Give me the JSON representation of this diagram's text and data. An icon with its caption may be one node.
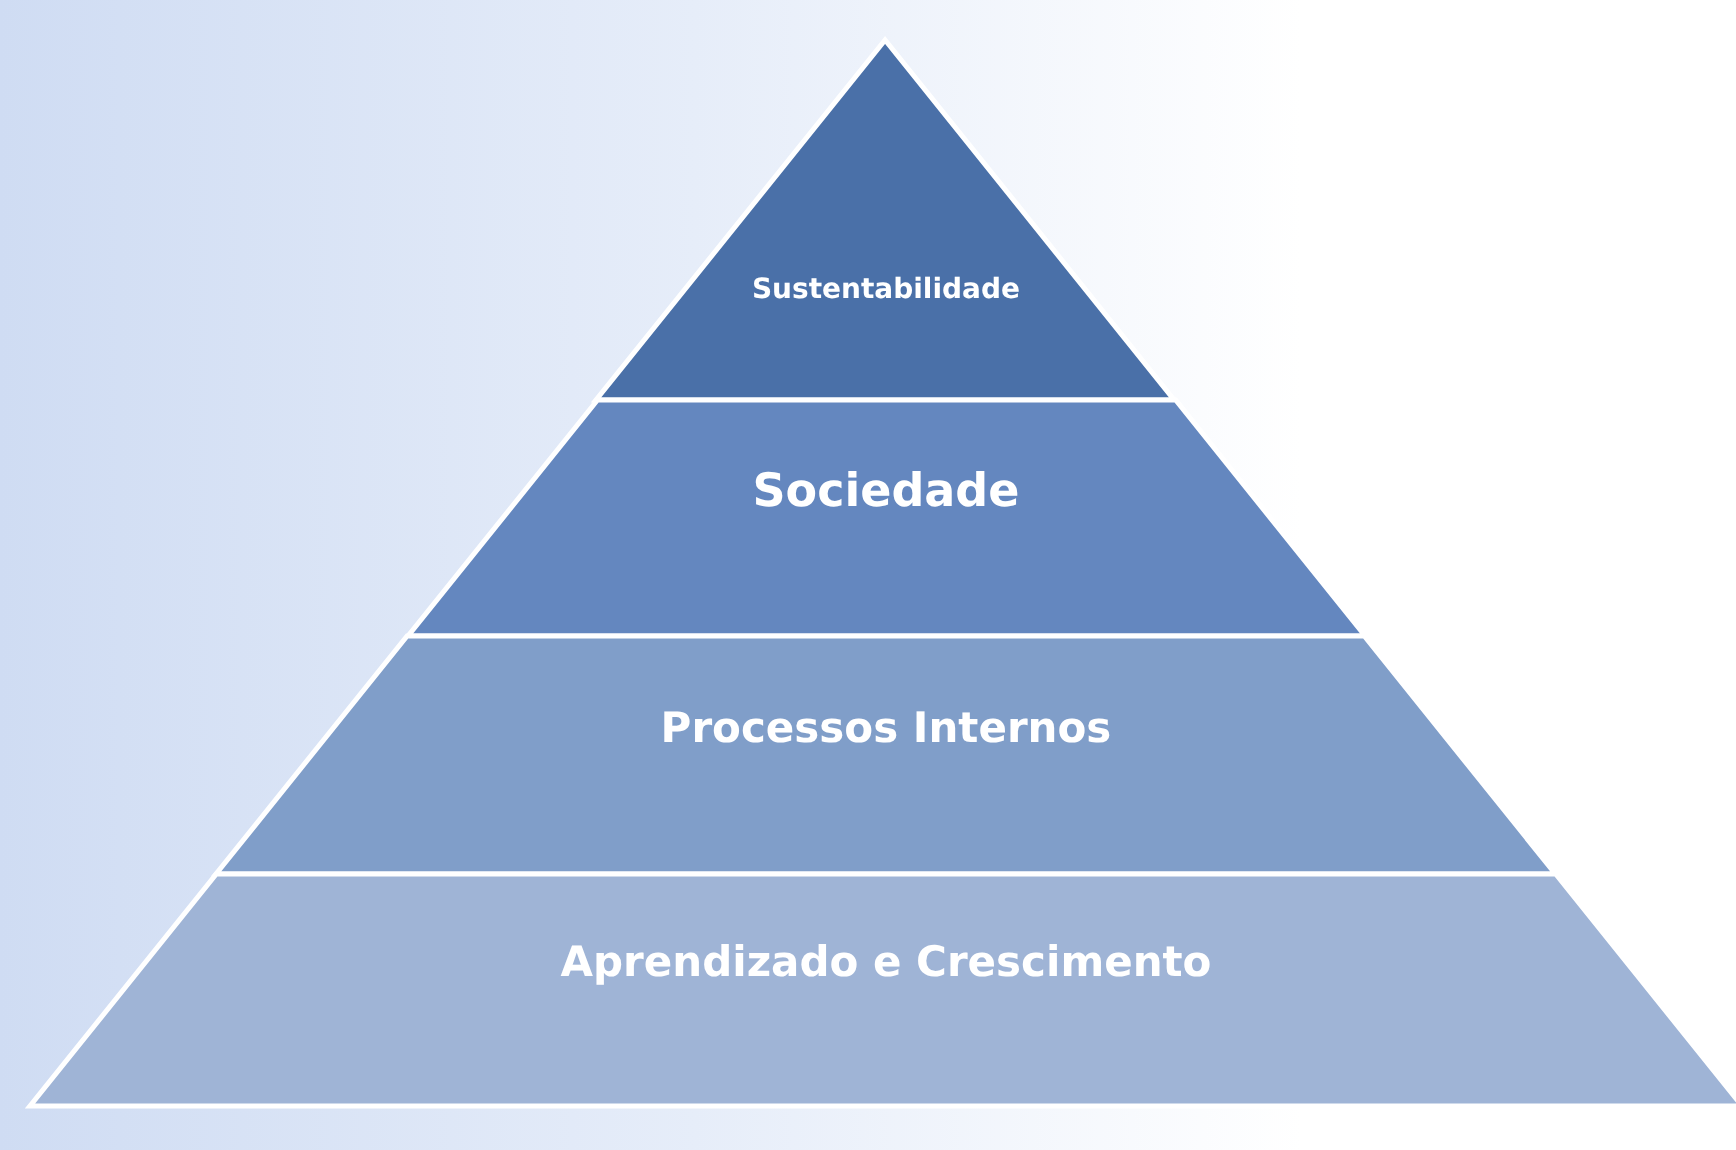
{
  "diagram": {
    "nodes": [
      {
        "text": [
          "Sustentabilidade"
        ]
      },
      {
        "text": [
          "Sociedade"
        ]
      },
      {
        "text": [
          "Processos Internos"
        ]
      },
      {
        "text": [
          "Aprendizado e Crescimento"
        ]
      }
    ]
  }
}
